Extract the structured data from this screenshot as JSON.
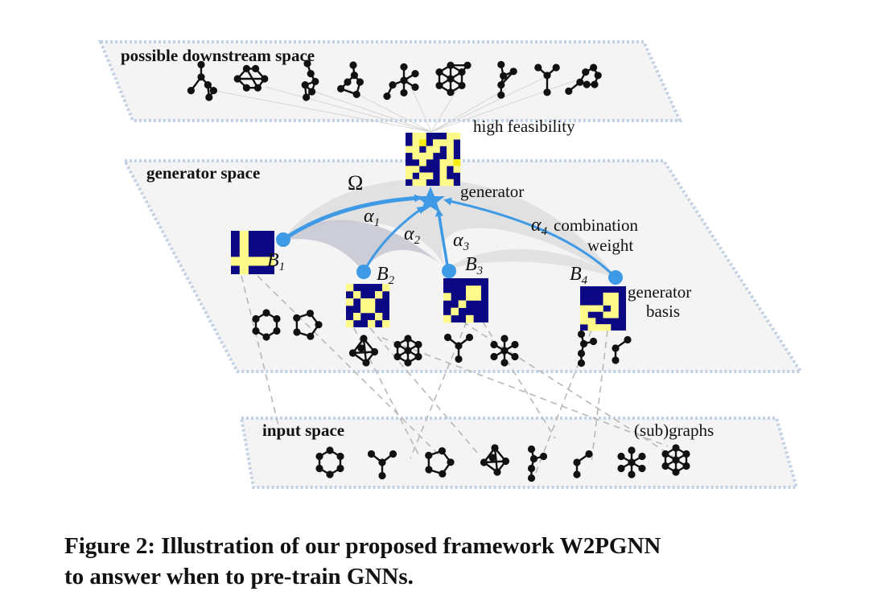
{
  "colors": {
    "plane_fill": "#f4f4f4",
    "plane_border": "#c2d1e4",
    "accent_blue": "#3f9ae6",
    "matrix_dark": "#0c0782",
    "matrix_light": "#fefa8a",
    "matrix_highlight": "#f6ee10",
    "dashed_line": "#b8b8b8",
    "node_black": "#111111",
    "omega_fill": "#dcdcdc",
    "omega_fill_dark": "#c9c9d4"
  },
  "planes": {
    "downstream": {
      "label": "possible downstream space",
      "annotation": "high feasibility"
    },
    "generator": {
      "label": "generator space"
    },
    "input": {
      "label": "input space",
      "annotation": "(sub)graphs"
    }
  },
  "generator": {
    "label": "generator",
    "omega": "Ω",
    "matrix": [
      [
        0,
        1,
        1,
        0,
        0,
        0,
        1,
        1
      ],
      [
        0,
        1,
        2,
        0,
        1,
        1,
        1,
        0
      ],
      [
        1,
        1,
        0,
        1,
        1,
        0,
        1,
        0
      ],
      [
        0,
        1,
        1,
        1,
        0,
        0,
        1,
        0
      ],
      [
        0,
        0,
        1,
        0,
        0,
        1,
        1,
        2
      ],
      [
        1,
        1,
        0,
        0,
        0,
        1,
        0,
        1
      ],
      [
        1,
        0,
        1,
        1,
        0,
        1,
        0,
        0
      ],
      [
        0,
        1,
        1,
        0,
        0,
        1,
        1,
        0
      ]
    ]
  },
  "bases": [
    {
      "name": "B",
      "sub": "1",
      "weight": "α",
      "weight_sub": "1",
      "matrix": [
        [
          0,
          1,
          0,
          0,
          0
        ],
        [
          0,
          1,
          0,
          0,
          0
        ],
        [
          0,
          1,
          0,
          0,
          0
        ],
        [
          1,
          1,
          1,
          1,
          1
        ],
        [
          0,
          1,
          0,
          0,
          0
        ]
      ]
    },
    {
      "name": "B",
      "sub": "2",
      "weight": "α",
      "weight_sub": "2",
      "matrix": [
        [
          1,
          0,
          0,
          0,
          0,
          1
        ],
        [
          0,
          1,
          0,
          0,
          1,
          0
        ],
        [
          1,
          0,
          1,
          1,
          0,
          0
        ],
        [
          0,
          0,
          1,
          1,
          0,
          0
        ],
        [
          0,
          1,
          0,
          0,
          1,
          0
        ],
        [
          1,
          0,
          0,
          1,
          0,
          1
        ]
      ]
    },
    {
      "name": "B",
      "sub": "3",
      "weight": "α",
      "weight_sub": "3",
      "matrix": [
        [
          0,
          0,
          0,
          0,
          0,
          0
        ],
        [
          0,
          0,
          0,
          1,
          1,
          0
        ],
        [
          1,
          0,
          0,
          1,
          1,
          0
        ],
        [
          0,
          0,
          1,
          0,
          0,
          0
        ],
        [
          0,
          1,
          0,
          0,
          0,
          0
        ],
        [
          1,
          0,
          0,
          1,
          0,
          0
        ]
      ]
    },
    {
      "name": "B",
      "sub": "4",
      "weight": "α",
      "weight_sub": "4",
      "matrix": [
        [
          0,
          0,
          0,
          0,
          0,
          0
        ],
        [
          0,
          0,
          0,
          1,
          1,
          0
        ],
        [
          0,
          0,
          0,
          1,
          1,
          0
        ],
        [
          1,
          1,
          1,
          0,
          1,
          0
        ],
        [
          1,
          0,
          0,
          1,
          1,
          0
        ],
        [
          1,
          1,
          0,
          0,
          0,
          0
        ],
        [
          0,
          1,
          1,
          1,
          0,
          0
        ]
      ]
    }
  ],
  "annotations": {
    "combination_weight_line1": "combination",
    "combination_weight_line2": "weight",
    "generator_basis_line1": "generator",
    "generator_basis_line2": "basis"
  },
  "graph_icons": {
    "downstream": [
      "kite-tail",
      "triangulated-hexagon",
      "pendant-kite",
      "pendant-pentagon",
      "spider-star",
      "wheel",
      "triangle-path",
      "y-tree",
      "hexagon-tail"
    ],
    "generator": [
      "hexagon",
      "pentagon",
      "k4-tail",
      "wheel-6",
      "y-tree",
      "star-6",
      "tree-branch",
      "path-3"
    ],
    "input": [
      "hexagon",
      "y-tree",
      "pentagon",
      "k4-tail",
      "tree-branch",
      "path-3",
      "star-6",
      "wheel-6"
    ]
  },
  "caption": {
    "line1": "Figure 2: Illustration of our proposed framework W2PGNN",
    "line2": "to answer when to pre-train GNNs."
  }
}
